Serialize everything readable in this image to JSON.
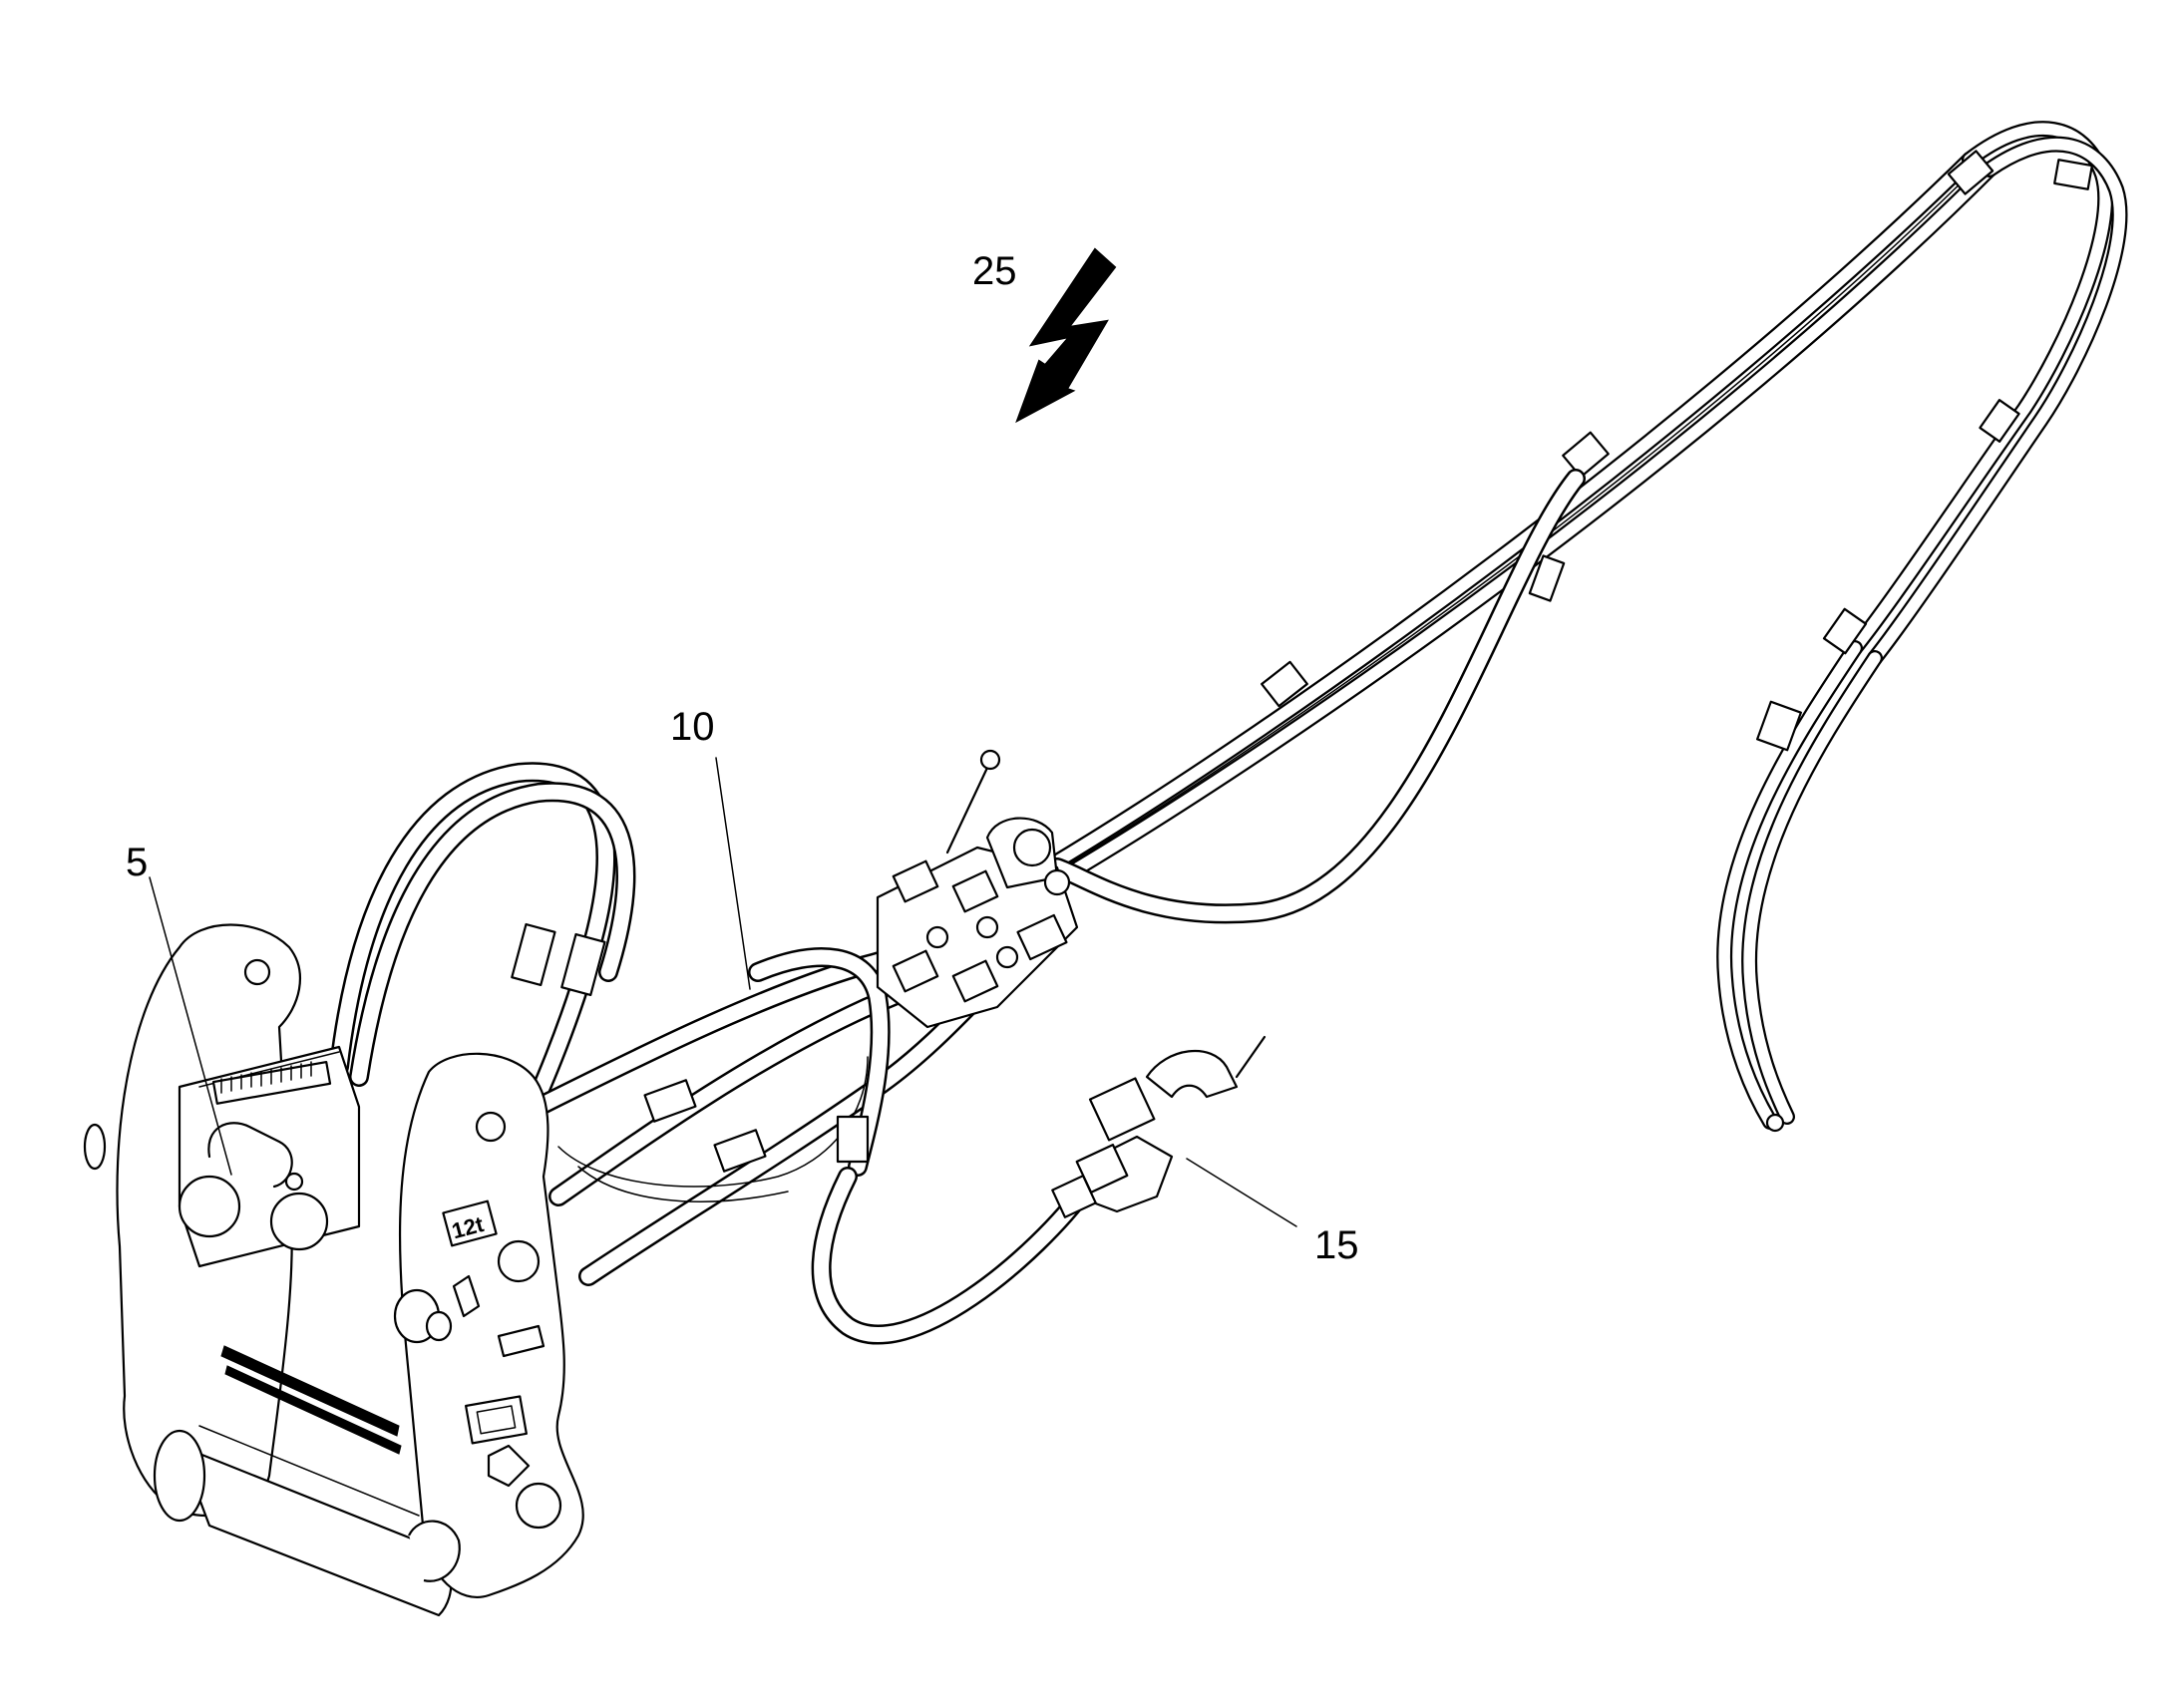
{
  "figure": {
    "reference_numerals": [
      {
        "id": "5",
        "text": "5"
      },
      {
        "id": "10",
        "text": "10"
      },
      {
        "id": "15",
        "text": "15"
      },
      {
        "id": "25",
        "text": "25"
      }
    ],
    "plate_marking": "12t",
    "colors": {
      "ink": "#000000",
      "paper": "#ffffff"
    },
    "icons": [
      "lightning-bolt-arrow-icon"
    ]
  }
}
